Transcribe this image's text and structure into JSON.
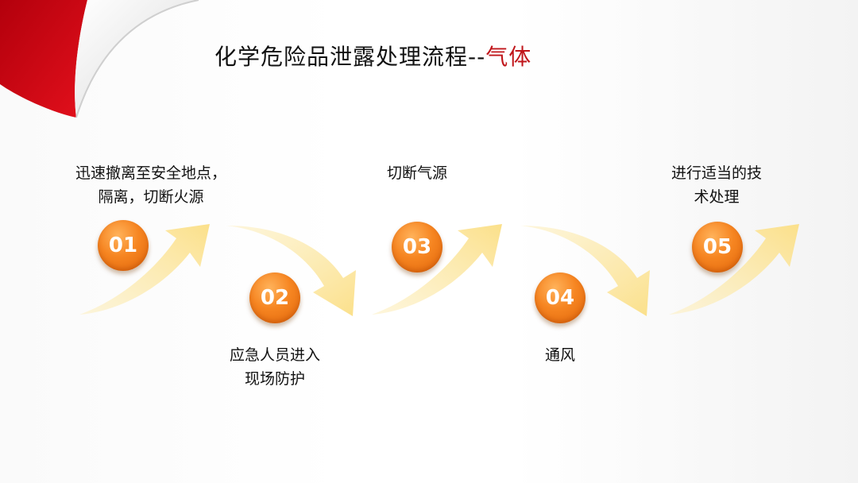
{
  "title": {
    "main": "化学危险品泄露处理流程--",
    "accent": "气体"
  },
  "steps": [
    {
      "number": "01",
      "lines": [
        "迅速撤离至安全地点，",
        "隔离，切断火源"
      ]
    },
    {
      "number": "02",
      "lines": [
        "应急人员进入",
        "现场防护"
      ]
    },
    {
      "number": "03",
      "lines": [
        "切断气源"
      ]
    },
    {
      "number": "04",
      "lines": [
        "通风"
      ]
    },
    {
      "number": "05",
      "lines": [
        "进行适当的技",
        "术处理"
      ]
    }
  ],
  "colors": {
    "accent": "#c0161b",
    "circle": "#f68521",
    "arrow": "#fde9a6"
  }
}
